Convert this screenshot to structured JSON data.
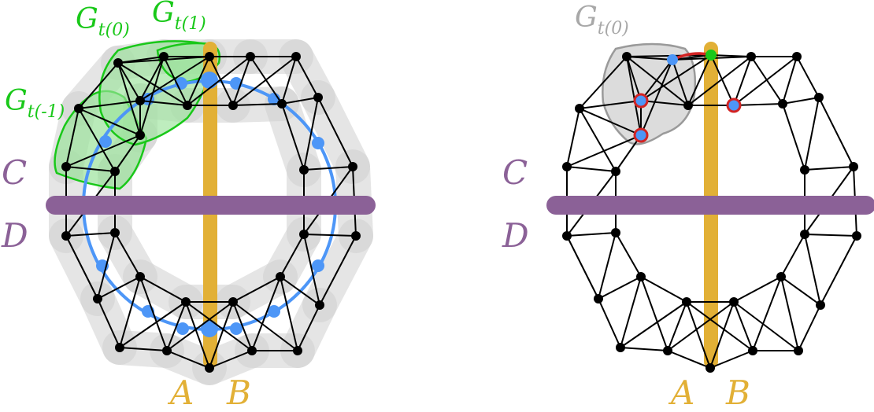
{
  "labels": {
    "A": "A",
    "B": "B",
    "C": "C",
    "D": "D",
    "G": "G",
    "t0": "t(0)",
    "t1": "t(1)",
    "tm1": "t(-1)"
  },
  "colors": {
    "green": "#19c819",
    "green_fill": "#9be39b",
    "gray_fill": "#d6d6d6",
    "gray_text": "#a8a8a8",
    "blue": "#4d96f7",
    "purple": "#8b6197",
    "gold": "#e2b036",
    "red": "#d22323",
    "black": "#000000"
  }
}
